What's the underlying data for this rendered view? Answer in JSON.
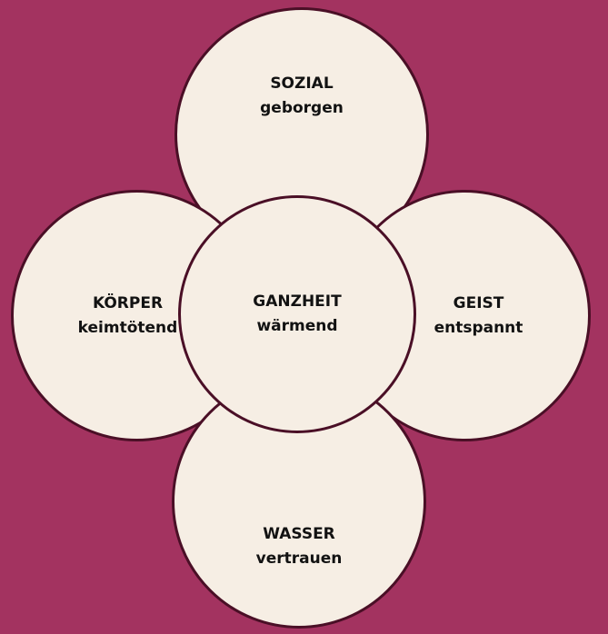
{
  "colors": {
    "background": "#a33360",
    "circle_fill": "#f6eee4",
    "circle_stroke": "#4a0f26",
    "text": "#121212"
  },
  "diagram": {
    "center": {
      "title": "GANZHEIT",
      "subtitle": "wärmend"
    },
    "top": {
      "title": "SOZIAL",
      "subtitle": "geborgen"
    },
    "left": {
      "title": "KÖRPER",
      "subtitle": "keimtötend"
    },
    "right": {
      "title": "GEIST",
      "subtitle": "entspannt"
    },
    "bottom": {
      "title": "WASSER",
      "subtitle": "vertrauen"
    }
  }
}
